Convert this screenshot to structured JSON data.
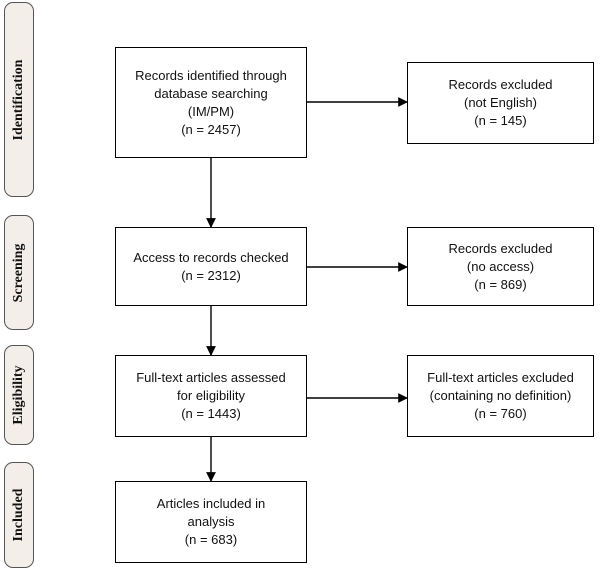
{
  "stages": [
    {
      "key": "identification",
      "label": "Identification"
    },
    {
      "key": "screening",
      "label": "Screening"
    },
    {
      "key": "eligibility",
      "label": "Eligibility"
    },
    {
      "key": "included",
      "label": "Included"
    }
  ],
  "main_boxes": [
    {
      "key": "identified",
      "lines": [
        "Records identified through",
        "database searching",
        "(IM/PM)",
        "(n = 2457)"
      ]
    },
    {
      "key": "access",
      "lines": [
        "Access to records checked",
        "(n = 2312)"
      ]
    },
    {
      "key": "fulltext",
      "lines": [
        "Full-text articles assessed",
        "for eligibility",
        "(n = 1443)"
      ]
    },
    {
      "key": "included",
      "lines": [
        "Articles included in",
        "analysis",
        "(n = 683)"
      ]
    }
  ],
  "exclusion_boxes": [
    {
      "key": "not-english",
      "lines": [
        "Records excluded",
        "(not English)",
        "(n = 145)"
      ]
    },
    {
      "key": "no-access",
      "lines": [
        "Records excluded",
        "(no access)",
        "(n = 869)"
      ]
    },
    {
      "key": "no-definition",
      "lines": [
        "Full-text articles excluded",
        "(containing no definition)",
        "(n = 760)"
      ]
    }
  ]
}
